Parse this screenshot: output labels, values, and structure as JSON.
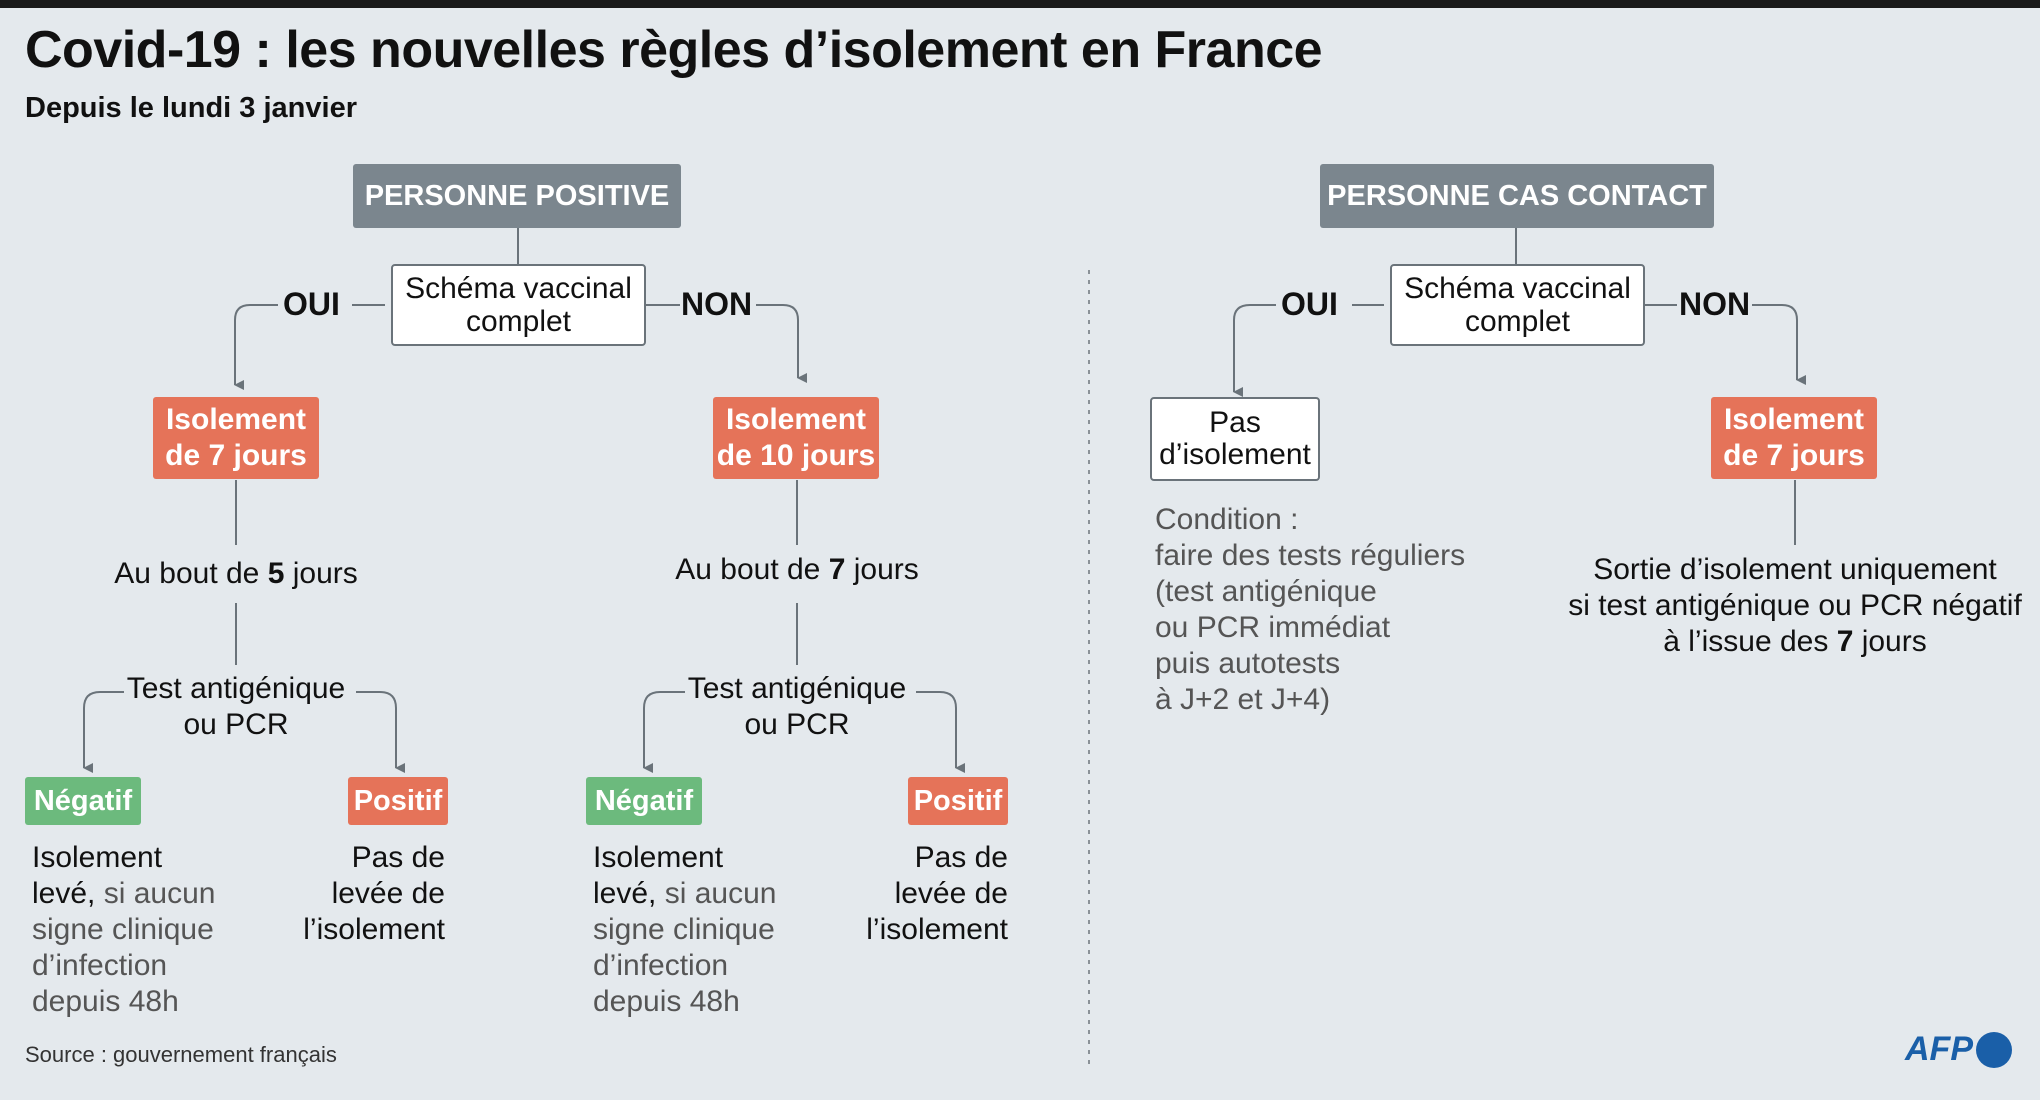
{
  "title": "Covid-19 : les nouvelles règles d’isolement en France",
  "subtitle": "Depuis le lundi 3 janvier",
  "positive": {
    "header": "PERSONNE POSITIVE",
    "question": [
      "Schéma vaccinal",
      "complet"
    ],
    "yes": "OUI",
    "no": "NON",
    "yes_branch": {
      "isolation": [
        "Isolement",
        "de 7 jours"
      ],
      "after_pre": "Au bout de ",
      "after_days": "5",
      "after_post": " jours",
      "test": [
        "Test antigénique",
        "ou PCR"
      ],
      "negative_label": "Négatif",
      "negative_text_bold": [
        "Isolement",
        "levé,"
      ],
      "negative_text_rest": [
        " si aucun",
        "signe clinique",
        "d’infection",
        "depuis 48h"
      ],
      "positive_label": "Positif",
      "positive_text": [
        "Pas de",
        "levée de",
        "l’isolement"
      ]
    },
    "no_branch": {
      "isolation": [
        "Isolement",
        "de 10 jours"
      ],
      "after_pre": "Au bout de ",
      "after_days": "7",
      "after_post": " jours",
      "test": [
        "Test antigénique",
        "ou PCR"
      ],
      "negative_label": "Négatif",
      "negative_text_bold": [
        "Isolement",
        "levé,"
      ],
      "negative_text_rest": [
        " si aucun",
        "signe clinique",
        "d’infection",
        "depuis 48h"
      ],
      "positive_label": "Positif",
      "positive_text": [
        "Pas de",
        "levée de",
        "l’isolement"
      ]
    }
  },
  "contact": {
    "header": "PERSONNE CAS CONTACT",
    "question": [
      "Schéma vaccinal",
      "complet"
    ],
    "yes": "OUI",
    "no": "NON",
    "yes_branch": {
      "result": [
        "Pas",
        "d’isolement"
      ],
      "condition": [
        "Condition :",
        "faire des tests réguliers",
        "(test antigénique",
        "ou PCR immédiat",
        "puis autotests",
        "à J+2 et J+4)"
      ]
    },
    "no_branch": {
      "isolation": [
        "Isolement",
        "de 7 jours"
      ],
      "exit": [
        "Sortie d’isolement uniquement",
        "si test antigénique ou PCR négatif",
        "à l’issue des "
      ],
      "exit_days": "7",
      "exit_post": " jours"
    }
  },
  "source": "Source : gouvernement français",
  "logo": "AFP",
  "colors": {
    "header": "#7b868e",
    "orange": "#e57359",
    "green": "#6cba7d",
    "background": "#e4e9ed",
    "logo": "#1a5fa8"
  }
}
